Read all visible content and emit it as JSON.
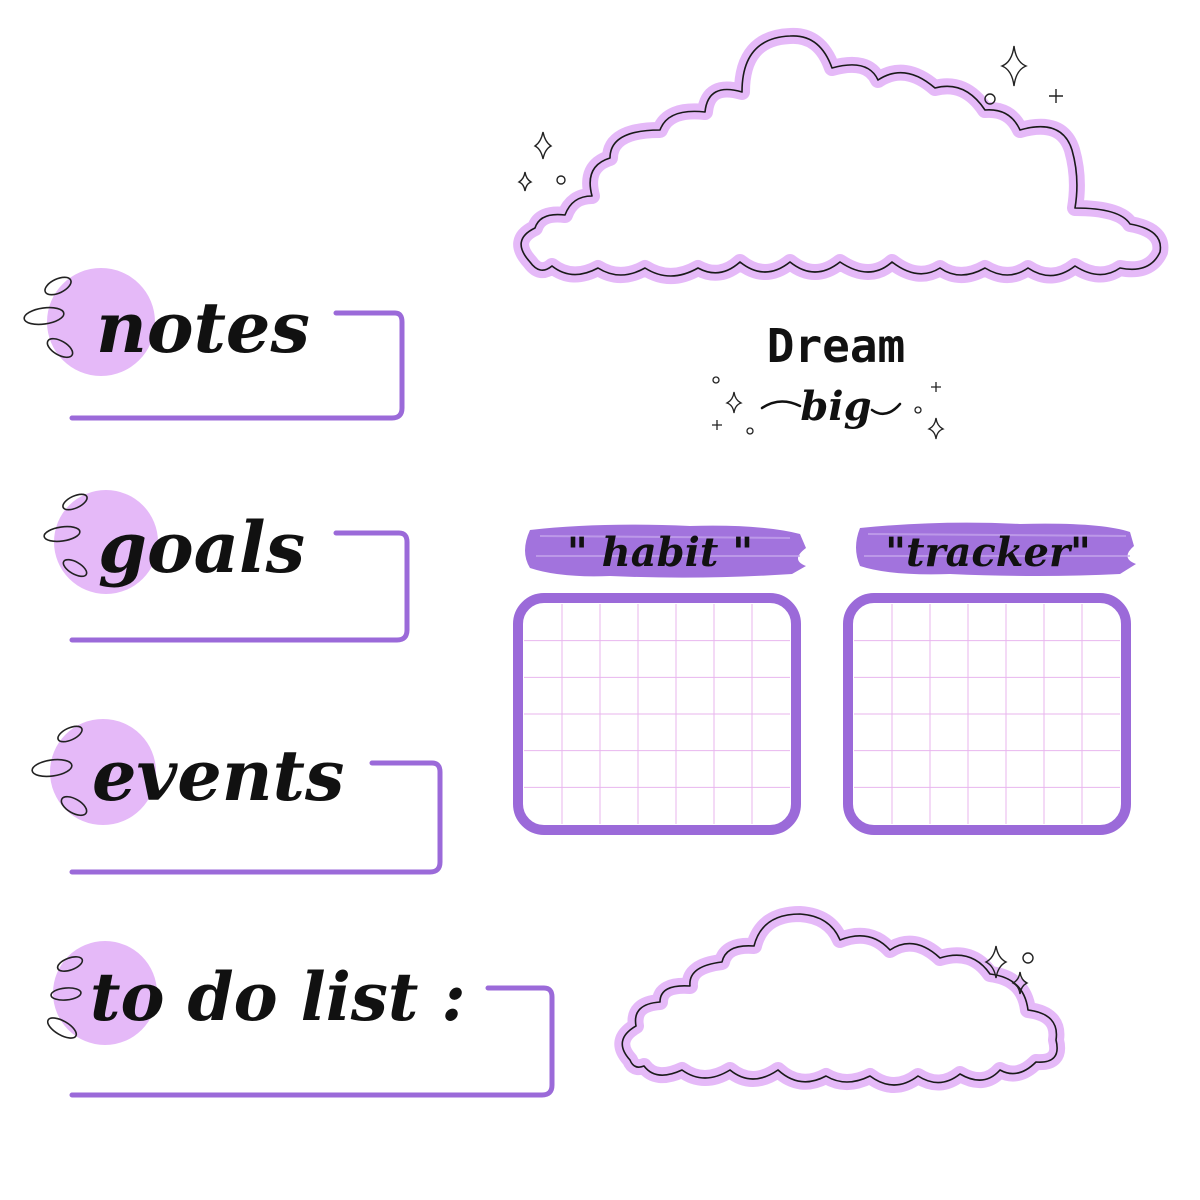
{
  "colors": {
    "purple": "#9b6ad9",
    "lilac": "#e5b9f8",
    "grid": "#e8b6ee",
    "ink": "#111111"
  },
  "labels": {
    "notes": "notes",
    "goals": "goals",
    "events": "events",
    "todo": "to do list :"
  },
  "quote": {
    "line1": "Dream",
    "line2": "big"
  },
  "tracker": {
    "left": "\" habit \"",
    "right": "\"tracker\""
  },
  "icons": [
    "sparkle-icon",
    "circle-icon",
    "plus-icon",
    "leaf-icon"
  ]
}
